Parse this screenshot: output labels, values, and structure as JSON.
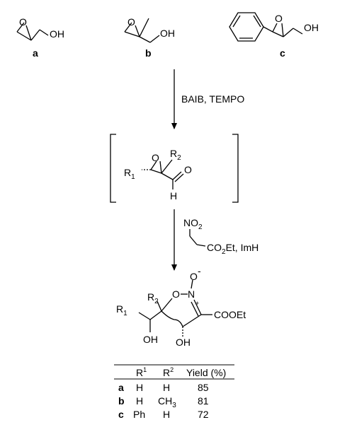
{
  "starting_materials": [
    {
      "letter": "a",
      "atoms": {
        "oxygen": "O",
        "hydroxyl": "OH"
      }
    },
    {
      "letter": "b",
      "atoms": {
        "oxygen": "O",
        "hydroxyl": "OH"
      }
    },
    {
      "letter": "c",
      "atoms": {
        "oxygen": "O",
        "hydroxyl": "OH"
      }
    }
  ],
  "step1": {
    "reagents": "BAIB, TEMPO"
  },
  "intermediate": {
    "oxygen": "O",
    "r1": "R",
    "r1_sub": "1",
    "r2": "R",
    "r2_sub": "2",
    "carbonyl_o": "O",
    "aldehyde_h": "H"
  },
  "step2": {
    "nitro_main": "NO",
    "nitro_sub": "2",
    "ester_a": "CO",
    "ester_sub": "2",
    "ester_b": "Et, ImH"
  },
  "product": {
    "r1": "R",
    "r1_sub": "1",
    "r2": "R",
    "r2_sub": "2",
    "ring_o": "O",
    "n": "N",
    "n_charge": "+",
    "n_oxide": "O",
    "oxide_charge": "-",
    "ester": "COOEt",
    "oh1": "OH",
    "oh2": "OH"
  },
  "table": {
    "headers": [
      {
        "main": "",
        "sup": ""
      },
      {
        "main": "R",
        "sup": "1"
      },
      {
        "main": "R",
        "sup": "2"
      },
      {
        "main": "Yield (%)",
        "sup": ""
      }
    ],
    "rows": [
      {
        "letter": "a",
        "r1": "H",
        "r2": "H",
        "r2_sub": "",
        "yield": "85"
      },
      {
        "letter": "b",
        "r1": "H",
        "r2": "CH",
        "r2_sub": "3",
        "yield": "81"
      },
      {
        "letter": "c",
        "r1": "Ph",
        "r2": "H",
        "r2_sub": "",
        "yield": "72"
      }
    ]
  }
}
